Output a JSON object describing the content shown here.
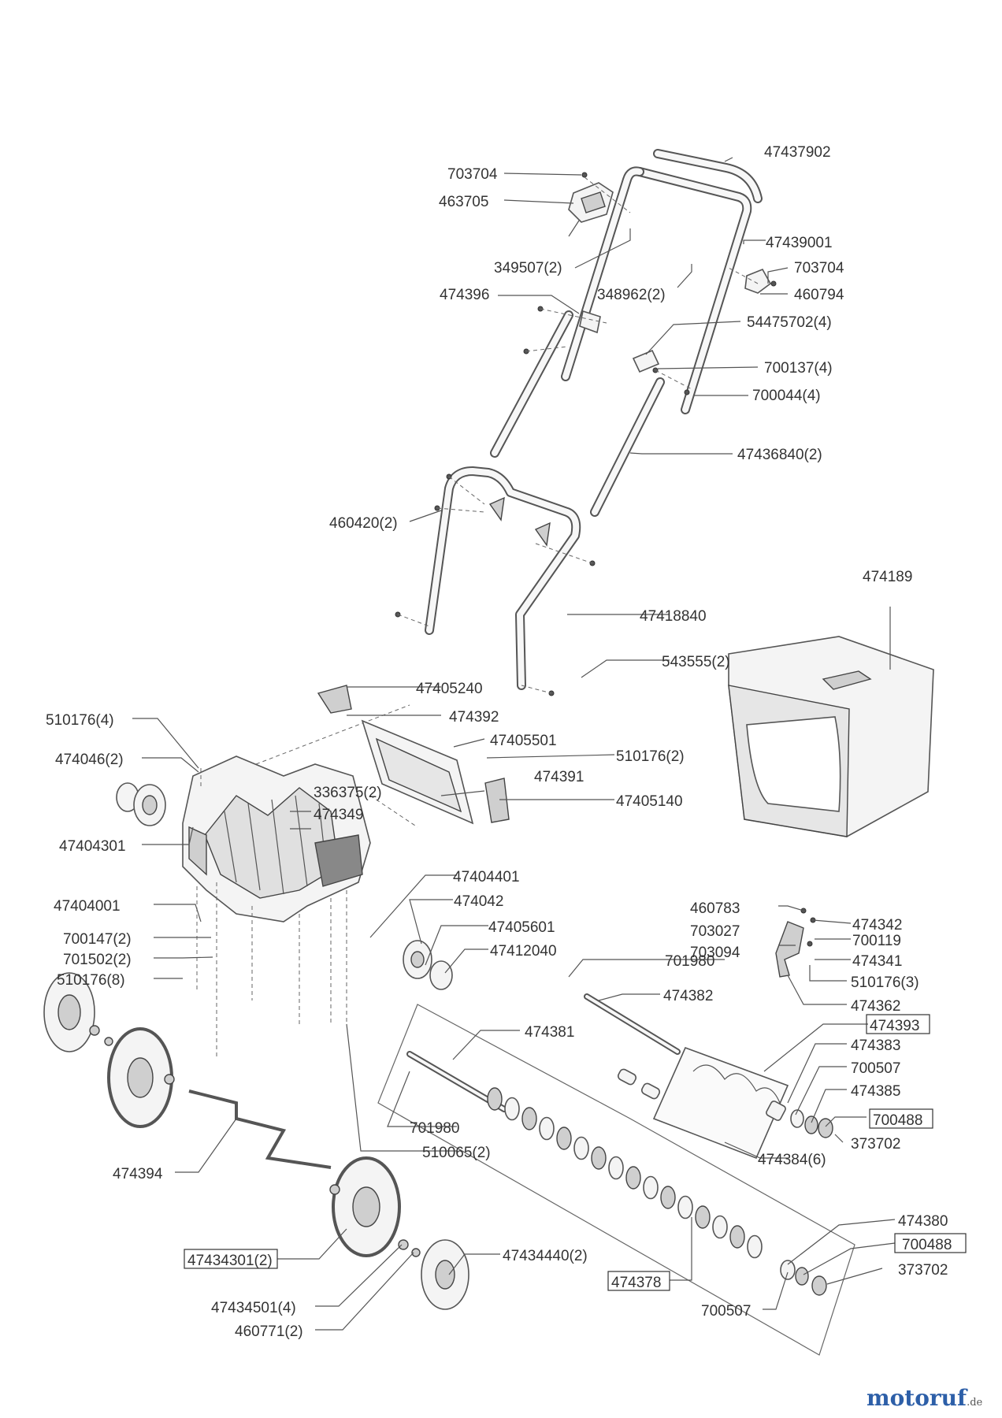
{
  "labels": {
    "p47437902": "47437902",
    "p703704a": "703704",
    "p463705": "463705",
    "p47439001": "47439001",
    "p349507": "349507(2)",
    "p703704b": "703704",
    "p348962": "348962(2)",
    "p460794": "460794",
    "p474396": "474396",
    "p54475702": "54475702(4)",
    "p700137": "700137(4)",
    "p700044": "700044(4)",
    "p47436840": "47436840(2)",
    "p460420": "460420(2)",
    "p474189": "474189",
    "p47418840": "47418840",
    "p543555": "543555(2)",
    "p47405240": "47405240",
    "p474392": "474392",
    "p510176a": "510176(4)",
    "p47405501": "47405501",
    "p510176b": "510176(2)",
    "p474046": "474046(2)",
    "p474391": "474391",
    "p336375": "336375(2)",
    "p47405140": "47405140",
    "p474349": "474349",
    "p47404301": "47404301",
    "p47404401": "47404401",
    "p47404001": "47404001",
    "p474042": "474042",
    "p460783": "460783",
    "p474342": "474342",
    "p47405601": "47405601",
    "p703027": "703027",
    "p700119": "700119",
    "p700147": "700147(2)",
    "p47412040": "47412040",
    "p703094": "703094",
    "p474341": "474341",
    "p701502": "701502(2)",
    "p701980a": "701980",
    "p510176c": "510176(3)",
    "p510176d": "510176(8)",
    "p474362": "474362",
    "p474382": "474382",
    "p474381": "474381",
    "p474393": "474393",
    "p474383": "474383",
    "p700507a": "700507",
    "p474385": "474385",
    "p700488a": "700488",
    "p701980b": "701980",
    "p373702a": "373702",
    "p510065": "510065(2)",
    "p474384": "474384(6)",
    "p474394": "474394",
    "p474380": "474380",
    "p700488b": "700488",
    "p47434301": "47434301(2)",
    "p47434440": "47434440(2)",
    "p373702b": "373702",
    "p474378": "474378",
    "p47434501": "47434501(4)",
    "p700507b": "700507",
    "p460771": "460771(2)"
  },
  "logo": {
    "name": "motoruf",
    "tld": ".de",
    "color": "#2d5fa8"
  }
}
